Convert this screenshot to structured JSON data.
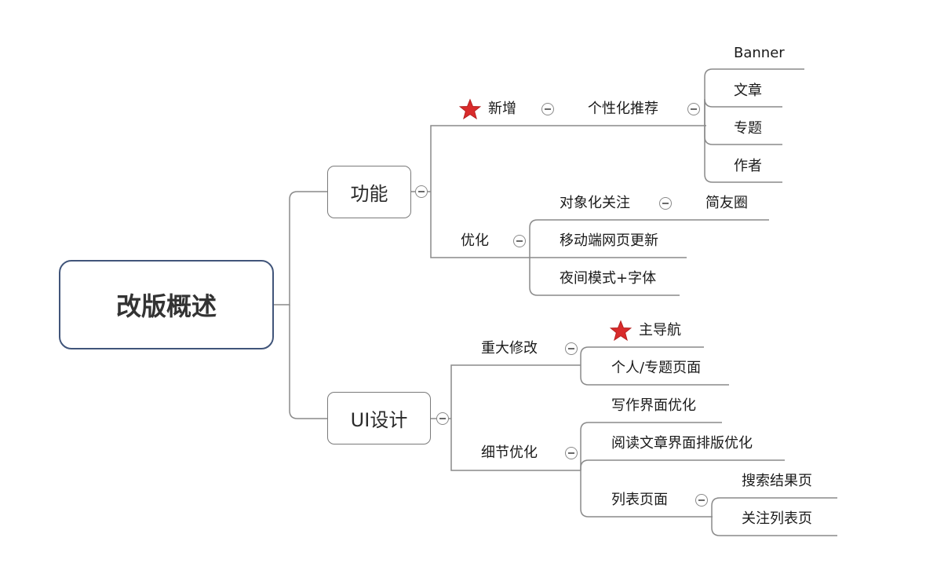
{
  "root": {
    "label": "改版概述"
  },
  "branches": {
    "features": {
      "label": "功能",
      "added": {
        "label": "新增",
        "icon": "star-icon",
        "child": {
          "label": "个性化推荐",
          "items": [
            "Banner",
            "文章",
            "专题",
            "作者"
          ]
        }
      },
      "optimized": {
        "label": "优化",
        "items": [
          {
            "label": "对象化关注",
            "child": "简友圈"
          },
          {
            "label": "移动端网页更新"
          },
          {
            "label": "夜间模式+字体"
          }
        ]
      }
    },
    "ui": {
      "label": "UI设计",
      "major": {
        "label": "重大修改",
        "items": [
          {
            "label": "主导航",
            "icon": "star-icon"
          },
          {
            "label": "个人/专题页面"
          }
        ]
      },
      "detail": {
        "label": "细节优化",
        "items": [
          {
            "label": "写作界面优化"
          },
          {
            "label": "阅读文章界面排版优化"
          },
          {
            "label": "列表页面",
            "children": [
              "搜索结果页",
              "关注列表页"
            ]
          }
        ]
      }
    }
  },
  "colors": {
    "line": "#8a8a8a",
    "root_border": "#41557a",
    "star": "#d92b2b"
  }
}
